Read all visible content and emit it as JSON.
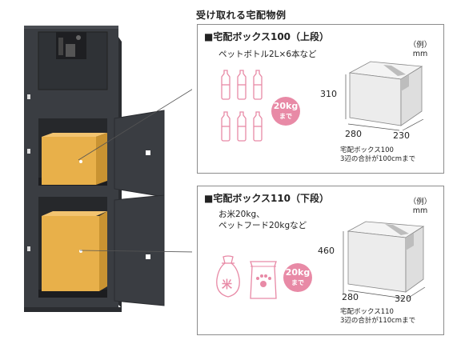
{
  "title": "受け取れる宅配物例",
  "panel_upper": {
    "title": "■宅配ボックス100（上段）",
    "desc_lines": [
      "ペットボトル2L×6本など"
    ],
    "badge_weight": "20kg",
    "badge_suffix": "まで",
    "unit_example": "（例）",
    "unit": "mm",
    "height": "310",
    "depth": "280",
    "width": "230",
    "caption_line1": "宅配ボックス100",
    "caption_line2": "3辺の合計が100cmまで"
  },
  "panel_lower": {
    "title": "■宅配ボックス110（下段）",
    "desc_lines": [
      "お米20kg、",
      "ペットフード20kgなど"
    ],
    "badge_weight": "20kg",
    "badge_suffix": "まで",
    "unit_example": "（例）",
    "unit": "mm",
    "height": "460",
    "depth": "280",
    "width": "320",
    "caption_line1": "宅配ボックス110",
    "caption_line2": "3辺の合計が110cmまで",
    "rice_label": "米"
  },
  "colors": {
    "cabinet": "#3a3d42",
    "parcel": "#e8b04a",
    "pink": "#e88aa6",
    "cardboard": "#ececec"
  }
}
